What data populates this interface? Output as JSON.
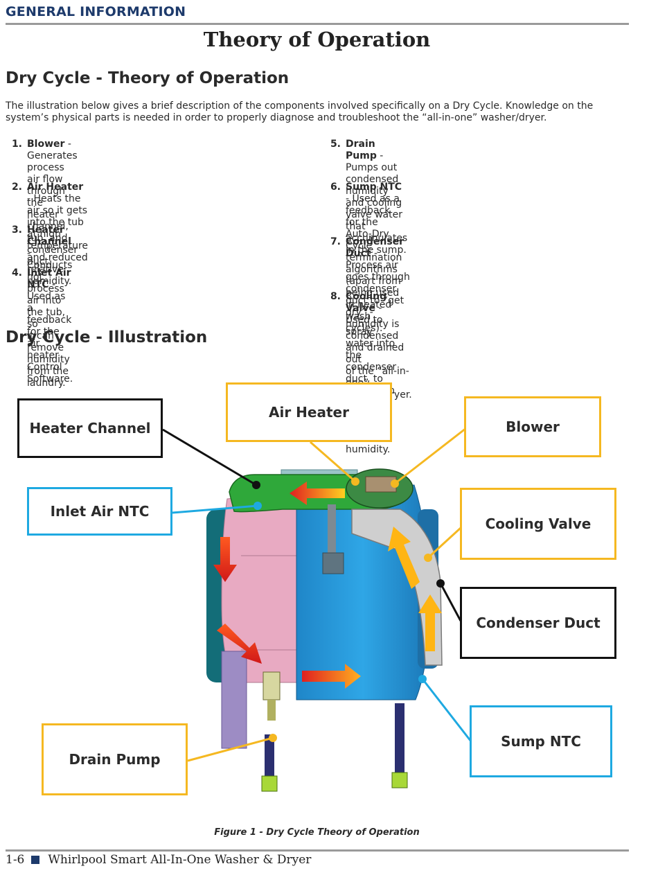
{
  "header": {
    "section": "GENERAL INFORMATION"
  },
  "title": "Theory of Operation",
  "dry_cycle": {
    "heading": "Dry Cycle - Theory of Operation",
    "intro_line1": "The illustration below gives a brief description of the components involved specifically on a Dry Cycle. Knowledge on the",
    "intro_line2": "system’s physical parts is needed in order to properly diagnose and troubleshoot the “all-in-one” washer/dryer.",
    "items": [
      {
        "num": "1.",
        "term": "Blower",
        "line1": " - Generates process air flow through the heater",
        "line2": "channel, tub, and condenser duct.",
        "line3": ""
      },
      {
        "num": "2.",
        "term": "Air Heater",
        "line1": " - Heats the air so it gets into the tub at high",
        "line2": "temperature and reduced relative humidity.",
        "line3": ""
      },
      {
        "num": "3.",
        "term": "Heater Channel",
        "line1": " - Conducts hot process air into the tub, so",
        "line2": "it can remove humidity from the laundry.",
        "line3": ""
      },
      {
        "num": "4.",
        "term": "Inlet Air NTC",
        "line1": " - Used as a feedback for the air heater",
        "line2": "Control Software.",
        "line3": ""
      },
      {
        "num": "5.",
        "term": "Drain Pump",
        "line1": " - Pumps out condensed humidity and cooling",
        "line2": "valve water that accumulates in the sump.",
        "line3": ""
      },
      {
        "num": "6.",
        "term": "Sump NTC",
        "line1": " - Used as a feedback for the Auto-Dry Cycle",
        "line2": "termination algorithms (apart from being used in heated",
        "line3": "wash cycles)."
      },
      {
        "num": "7.",
        "term": "Condenser Duct",
        "line1": " - Process air goes through condenser",
        "line2": "duct to “get dry” - humidity is condensed and drained out",
        "line3": "of the “all-in-one” washer/dryer."
      },
      {
        "num": "8.",
        "term": "Cooling Valve",
        "line1": " - Used to spray water into the condenser",
        "line2": "duct, to cool down the process air and condense humidity.",
        "line3": ""
      }
    ]
  },
  "illustration": {
    "heading": "Dry Cycle - Illustration",
    "callouts": {
      "heater_channel": "Heater Channel",
      "air_heater": "Air Heater",
      "blower": "Blower",
      "inlet_air_ntc": "Inlet Air NTC",
      "cooling_valve": "Cooling Valve",
      "condenser_duct": "Condenser Duct",
      "sump_ntc": "Sump NTC",
      "drain_pump": "Drain Pump"
    },
    "caption": "Figure 1 - Dry Cycle Theory of Operation"
  },
  "footer": {
    "page": "1-6",
    "doc_title": "Whirlpool Smart All-In-One Washer & Dryer"
  },
  "colors": {
    "black_callout": "#111111",
    "yellow_callout": "#f5b821",
    "blue_callout": "#1ea9e1",
    "heading_blue": "#1d3a6b"
  }
}
